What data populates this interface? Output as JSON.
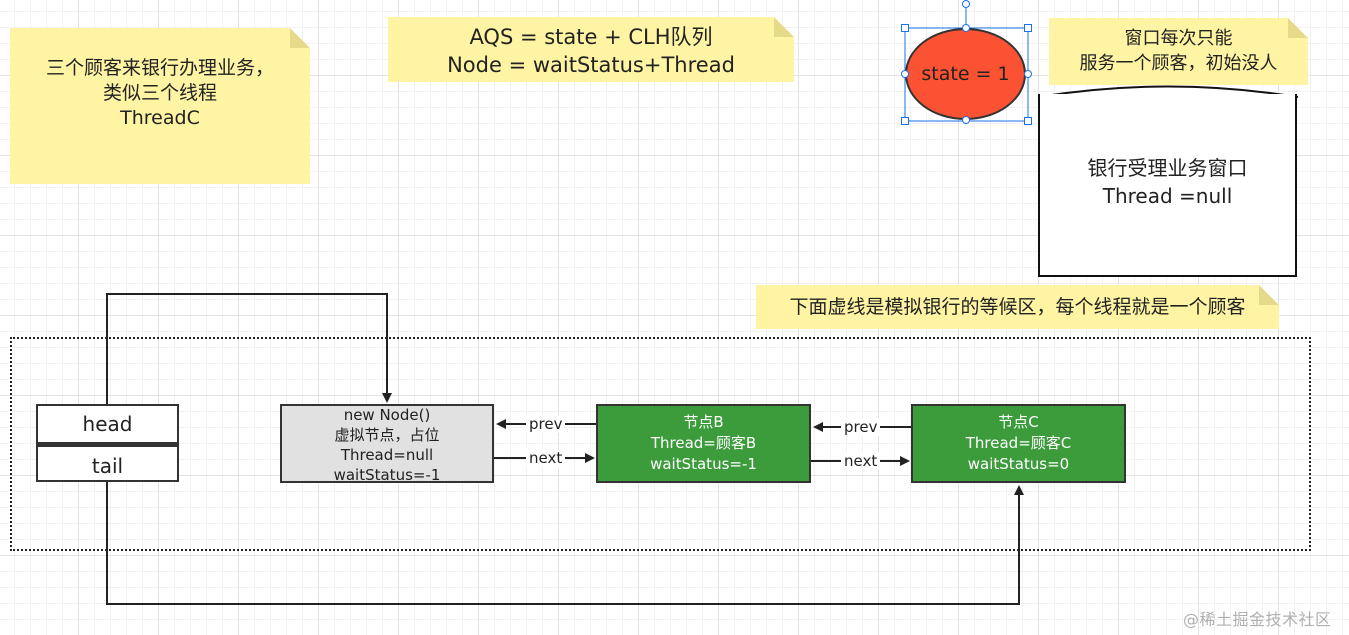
{
  "notes": {
    "customers": [
      "三个顾客来银行办理业务，",
      "类似三个线程",
      "ThreadC"
    ],
    "aqs": [
      "AQS = state + CLH队列",
      "Node = waitStatus+Thread"
    ],
    "window": [
      "窗口每次只能",
      "服务一个顾客，初始没人"
    ],
    "waiting": "下面虚线是模拟银行的等候区，每个线程就是一个顾客"
  },
  "state_label": "state = 1",
  "bank_window": [
    "银行受理业务窗口",
    "Thread =null"
  ],
  "head_label": "head",
  "tail_label": "tail",
  "dummy_node": [
    "new Node()",
    "虚拟节点，占位",
    "Thread=null",
    "waitStatus=-1"
  ],
  "node_b": [
    "节点B",
    "Thread=顾客B",
    "waitStatus=-1"
  ],
  "node_c": [
    "节点C",
    "Thread=顾客C",
    "waitStatus=0"
  ],
  "edges": {
    "prev_1": "prev",
    "next_1": "next",
    "prev_2": "prev",
    "next_2": "next"
  },
  "watermark": "@稀土掘金技术社区",
  "colors": {
    "note_bg": "#fff4a3",
    "state_fill": "#fa5233",
    "node_green": "#3c9c3c",
    "dummy_gray": "#e1e1e1"
  }
}
